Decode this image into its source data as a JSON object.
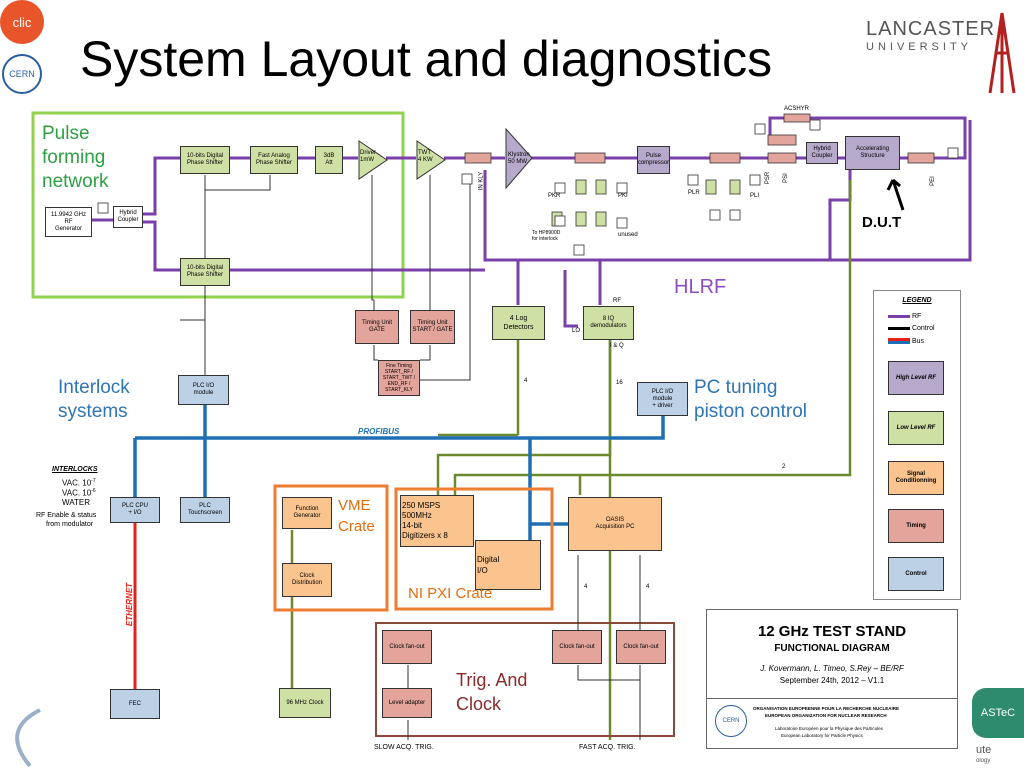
{
  "slide": {
    "title": "System Layout and diagnostics",
    "logos": {
      "clic": "clic",
      "cern": "CERN",
      "lancaster_top": "LANCASTER",
      "lancaster_bottom": "UNIVERSITY",
      "astec": "ASTeC",
      "astec_sub1": "ute",
      "astec_sub2": "ology"
    }
  },
  "labels": {
    "pulse_forming": "Pulse\nforming\nnetwork",
    "hlrf": "HLRF",
    "interlock": "Interlock\nsystems",
    "pc_tuning": "PC tuning\npiston control",
    "vme": "VME\nCrate",
    "ni_pxi": "NI PXI Crate",
    "trig": "Trig. And\nClock",
    "dut": "D.U.T",
    "profibus": "PROFIBUS",
    "ethernet": "ETHERNET",
    "interlocks_head": "INTERLOCKS",
    "vac1": "VAC. 10",
    "vac1_exp": "-7",
    "vac2": "VAC. 10",
    "vac2_exp": "-6",
    "water": "WATER",
    "rf_enable": "RF Enable & status",
    "from_modulator": "from modulator",
    "slow_trig": "SLOW ACQ. TRIG.",
    "fast_trig": "FAST ACQ. TRIG.",
    "lo": "LO",
    "rf": "RF",
    "i_q": "I & Q",
    "n4a": "4",
    "n16": "16",
    "n4b": "4",
    "n4c": "4",
    "n2": "2",
    "to_hp": "To HP8900D\nfor interlock",
    "unused": "unused",
    "pkr": "PKR",
    "pki": "PKI",
    "plr": "PLR",
    "pli": "PLI",
    "in_kly": "IN KLY",
    "acshyr": "ACSHYR",
    "psr": "PSR",
    "psi": "PSI",
    "pei": "PEI"
  },
  "blocks": {
    "rf_gen": "11.9942 GHz\nRF\nGenerator",
    "hybrid1": "Hybrid\nCoupler",
    "phase1": "10-bits Digital\nPhase Shifter",
    "phase2": "10-bits Digital\nPhase Shifter",
    "fast_analog": "Fast Analog\nPhase Shifter",
    "att": "3dB\nAtt",
    "driver": "Driver\n1mW",
    "twt": "TWT\n4 KW",
    "klystron": "Klystron\n50 MW",
    "pulse_comp": "Pulse\ncompressor",
    "hybrid2": "Hybrid\nCoupler",
    "accel": "Accelerating\nStructure",
    "timing1": "Timing Unit\nGATE",
    "timing2": "Timing Unit\nSTART / GATE",
    "fine_timing": "Fine Timing\nSTART_RF /\nSTART_TWT /\nEND_RF /\nSTART_KLY",
    "log_det": "4 Log\nDetectors",
    "iq_demod": "8 IQ\ndemodulators",
    "plc_io1": "PLC I/O\nmodule",
    "plc_io2": "PLC I/O\nmodule\n+ driver",
    "plc_cpu": "PLC CPU\n+ I/O",
    "plc_touch": "PLC\nTouchscreen",
    "fec": "FEC",
    "func_gen": "Function\nGenerator",
    "clock_dist": "Clock\nDistribution",
    "clock_96": "96 MHz Clock",
    "digitizers": "250 MSPS\n500MHz\n14-bit\nDigitizers x 8",
    "digital_io": "Digital\nI/O",
    "oasis": "OASIS\nAcquisition PC",
    "clk_fan1": "Clock fan-out",
    "clk_fan2": "Clock fan-out",
    "clk_fan3": "Clock fan-out",
    "level_adapter": "Level adapter"
  },
  "legend": {
    "title": "LEGEND",
    "rf": "RF",
    "control": "Control",
    "bus": "Bus",
    "high_level_rf": "High Level RF",
    "low_level_rf": "Low Level RF",
    "signal_cond": "Signal\nConditionning",
    "timing": "Timing",
    "control_box": "Control"
  },
  "title_block": {
    "title": "12 GHz TEST STAND",
    "subtitle": "FUNCTIONAL DIAGRAM",
    "authors": "J. Kovermann, L. Timeo, S.Rey – BE/RF",
    "date": "September 24th, 2012 – V1.1",
    "org1": "ORGANISATION EUROPEENNE POUR LA RECHERCHE NUCLEAIRE",
    "org2": "EUROPEAN ORGANIZATION FOR NUCLEAR RESEARCH",
    "lab1": "Laboratoire Européen pour la Physique des Particules",
    "lab2": "European Laboratory for Particle Physics",
    "cern": "CERN"
  },
  "colors": {
    "rf_purple": "#7a3fa8",
    "low_level_green": "#6b8a2e",
    "bus_blue": "#1f6fb5",
    "ethernet_red": "#e8201b",
    "pulse_green_frame": "#92d050",
    "crate_orange": "#ed7d31",
    "trig_brown": "#8a4a3a"
  }
}
